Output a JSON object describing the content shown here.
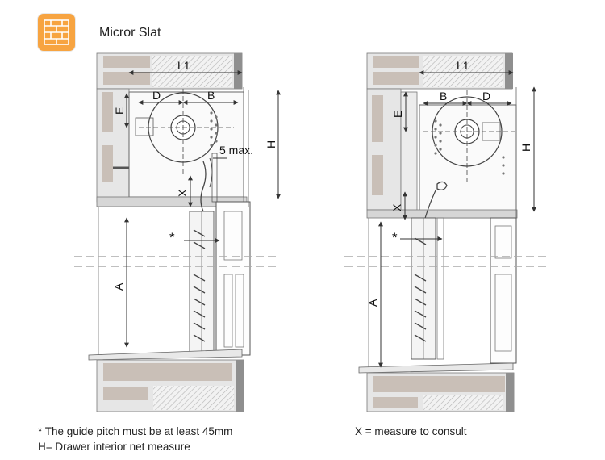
{
  "header": {
    "title": "Micror Slat",
    "logo_icon": "brick-wall-icon",
    "logo_color": "#f7a441"
  },
  "left_drawing": {
    "labels": {
      "l1": "L1",
      "d": "D",
      "b": "B",
      "e": "E",
      "h": "H",
      "x": "X",
      "five_max": "5 max.",
      "star": "*",
      "a": "A"
    }
  },
  "right_drawing": {
    "labels": {
      "l1": "L1",
      "b": "B",
      "d": "D",
      "e": "E",
      "h": "H",
      "x": "X",
      "star": "*",
      "a": "A"
    }
  },
  "notes": {
    "guide_pitch": "* The guide pitch must be at least 45mm",
    "drawer": "H= Drawer interior net measure",
    "x_measure": "X = measure to consult"
  },
  "colors": {
    "wall": "#c9bfb7",
    "hatch": "#bdbdbd",
    "frame": "#555555"
  }
}
